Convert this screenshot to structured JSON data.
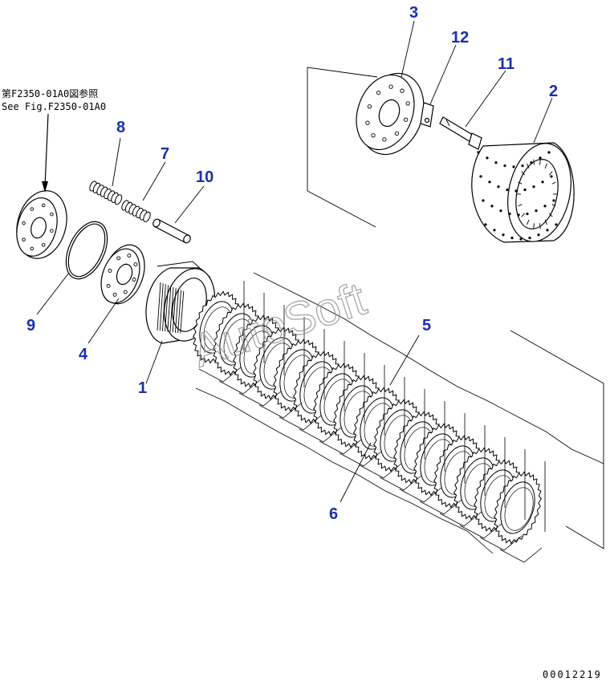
{
  "reference_note": {
    "line1": "第F2350-01A0図参照",
    "line2": "See Fig.F2350-01A0"
  },
  "callouts": {
    "c1": "1",
    "c2": "2",
    "c3": "3",
    "c4": "4",
    "c5": "5",
    "c6": "6",
    "c7": "7",
    "c8": "8",
    "c9": "9",
    "c10": "10",
    "c11": "11",
    "c12": "12"
  },
  "watermark": "AutoSoft",
  "document_number": "00012219",
  "colors": {
    "callout": "#1a2fb0",
    "line": "#000000",
    "watermark": "#8a8a8a"
  }
}
